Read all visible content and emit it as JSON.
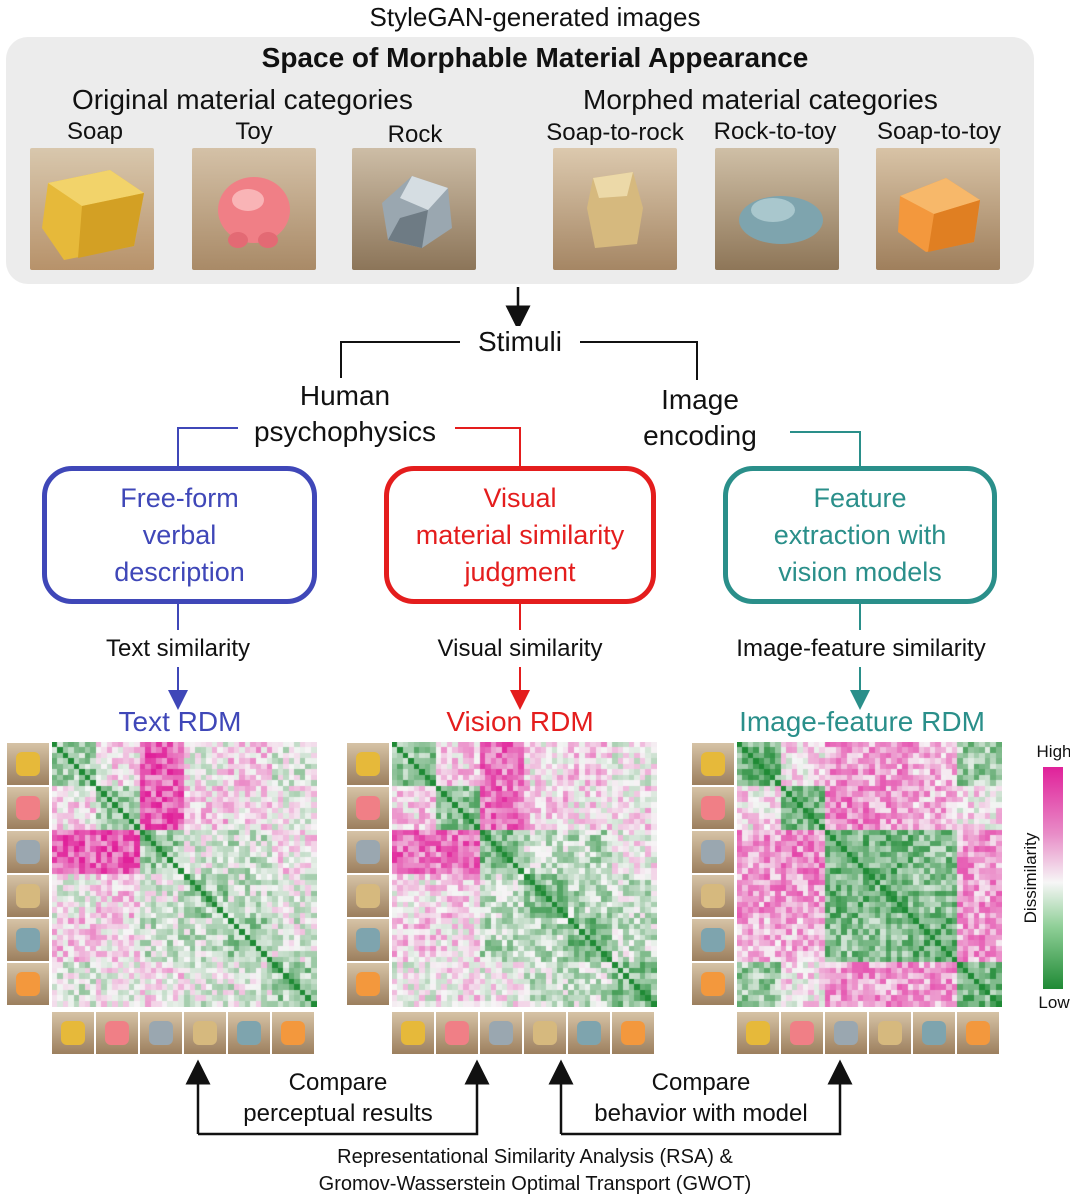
{
  "header": {
    "title": "StyleGAN-generated images",
    "space_title": "Space of Morphable Material Appearance",
    "original_label": "Original material categories",
    "morphed_label": "Morphed material categories"
  },
  "categories": [
    {
      "label": "Soap",
      "color": "#e6b93a"
    },
    {
      "label": "Toy",
      "color": "#f07f86"
    },
    {
      "label": "Rock",
      "color": "#9aa7b0"
    },
    {
      "label": "Soap-to-rock",
      "color": "#d6b97e"
    },
    {
      "label": "Rock-to-toy",
      "color": "#7ea4ae"
    },
    {
      "label": "Soap-to-toy",
      "color": "#f3983d"
    }
  ],
  "flow": {
    "stimuli": "Stimuli",
    "human_label": "Human psychophysics",
    "human_line1": "Human",
    "human_line2": "psychophysics",
    "image_line1": "Image",
    "image_line2": "encoding"
  },
  "boxes": {
    "text": {
      "line1": "Free-form",
      "line2": "verbal",
      "line3": "description"
    },
    "vision": {
      "line1": "Visual",
      "line2": "material similarity",
      "line3": "judgment"
    },
    "feature": {
      "line1": "Feature",
      "line2": "extraction with",
      "line3": "vision models"
    }
  },
  "similarity": {
    "text": "Text similarity",
    "vision": "Visual similarity",
    "feature": "Image-feature similarity"
  },
  "rdms": {
    "text": "Text RDM",
    "vision": "Vision RDM",
    "feature": "Image-feature RDM"
  },
  "colorbar": {
    "high": "High",
    "low": "Low",
    "label": "Dissimilarity",
    "high_color": "#e0219a",
    "low_color": "#1f8a35"
  },
  "compare": {
    "left_line1": "Compare",
    "left_line2": "perceptual results",
    "right_line1": "Compare",
    "right_line2": "behavior with model"
  },
  "method": {
    "line1": "Representational Similarity Analysis (RSA) &",
    "line2": "Gromov-Wasserstein Optimal Transport (GWOT)"
  }
}
